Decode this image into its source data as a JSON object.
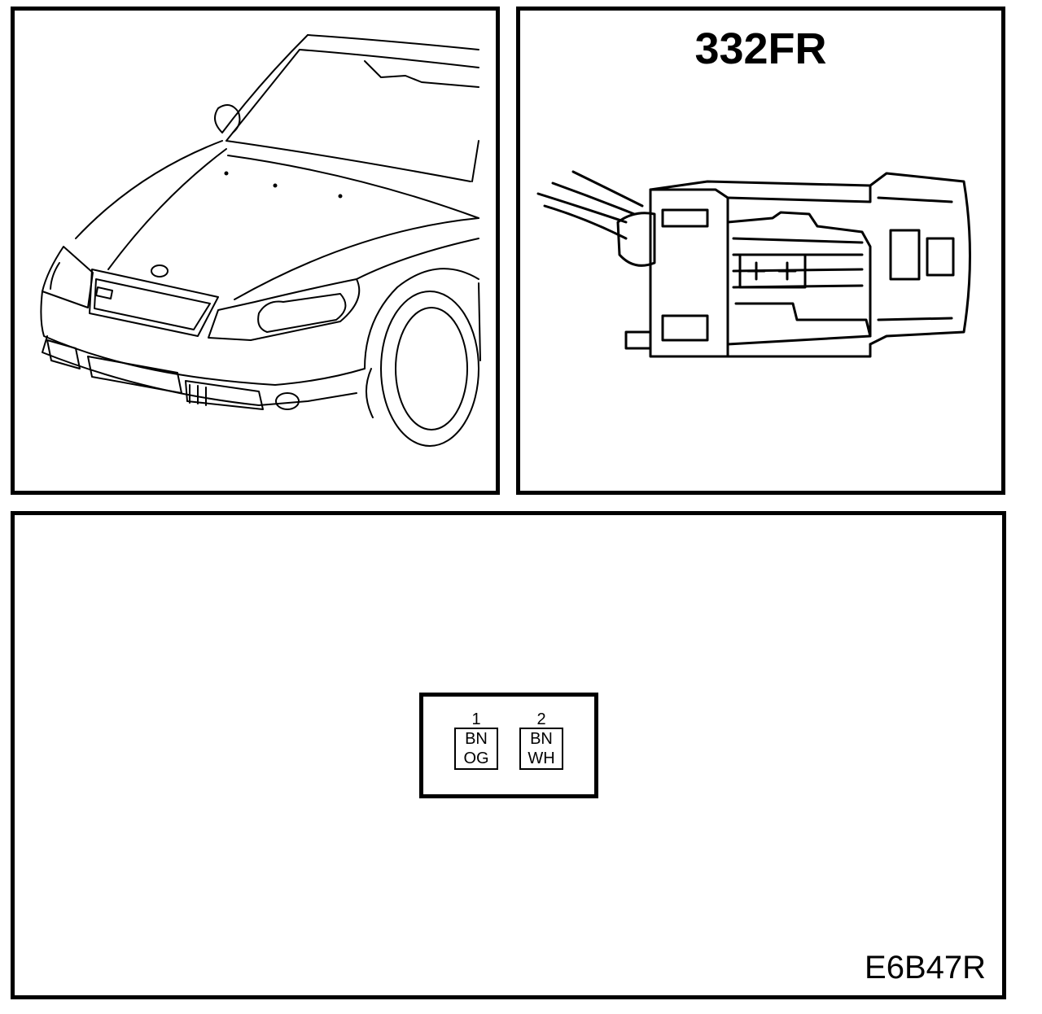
{
  "connector": {
    "id": "332FR",
    "figure_code": "E6B47R",
    "pins": [
      {
        "number": "1",
        "wire_colors": [
          "BN",
          "OG"
        ]
      },
      {
        "number": "2",
        "wire_colors": [
          "BN",
          "WH"
        ]
      }
    ]
  },
  "colors": {
    "line": "#000000",
    "background": "#ffffff"
  }
}
